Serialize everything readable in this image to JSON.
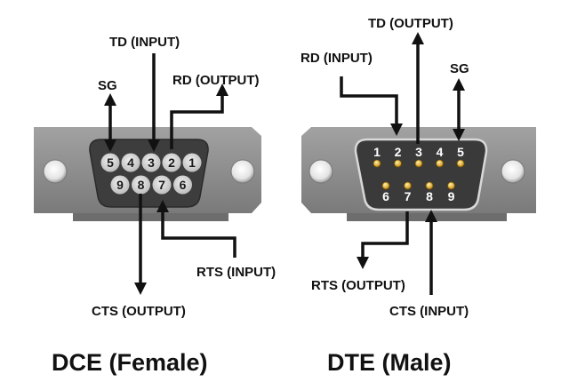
{
  "dce": {
    "caption": "DCE (Female)",
    "pins_top": [
      "5",
      "4",
      "3",
      "2",
      "1"
    ],
    "pins_bottom": [
      "9",
      "8",
      "7",
      "6"
    ],
    "labels": {
      "td": "TD (INPUT)",
      "rd": "RD (OUTPUT)",
      "sg": "SG",
      "rts": "RTS (INPUT)",
      "cts": "CTS (OUTPUT)"
    }
  },
  "dte": {
    "caption": "DTE (Male)",
    "pins_top": [
      "1",
      "2",
      "3",
      "4",
      "5"
    ],
    "pins_bottom": [
      "6",
      "7",
      "8",
      "9"
    ],
    "labels": {
      "td": "TD (OUTPUT)",
      "rd": "RD (INPUT)",
      "sg": "SG",
      "rts": "RTS (OUTPUT)",
      "cts": "CTS (INPUT)"
    }
  },
  "colors": {
    "plate": "#8c8c8c",
    "shell_female": "#3d3d3d",
    "shell_male": "#3a3a3a",
    "pin_gold": "#d9a520",
    "arrow": "#111111"
  }
}
